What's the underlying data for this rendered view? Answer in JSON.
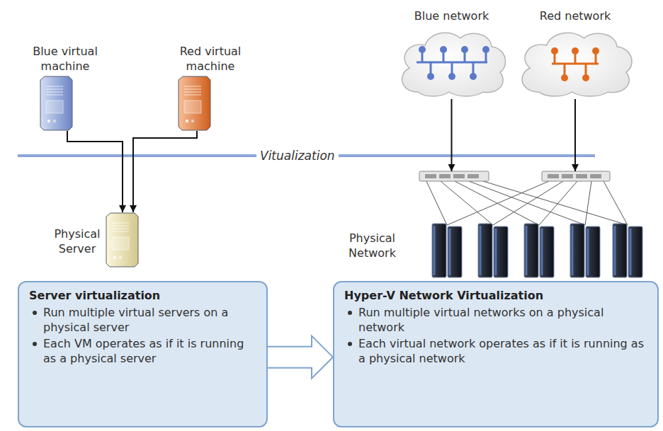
{
  "diagram": {
    "nodes": [
      {
        "text": [
          "Blue virtual machine"
        ]
      },
      {
        "text": [
          "Red virtual machine"
        ]
      },
      {
        "text": [
          "Physical Server"
        ]
      },
      {
        "text": [
          "Blue network"
        ]
      },
      {
        "text": [
          "Red network"
        ]
      },
      {
        "text": [
          "Physical Network"
        ]
      },
      {
        "text": [
          "Server virtualization",
          "Run multiple virtual servers on a physical server",
          "Each VM operates as if it is running as a physical server"
        ]
      },
      {
        "text": [
          "Hyper-V Network Virtualization",
          "Run multiple virtual networks on a physical network",
          "Each virtual network operates as if it is running as a physical network"
        ]
      }
    ],
    "edges": [
      {
        "from": 0,
        "to": 2,
        "arrow": "to"
      },
      {
        "from": 1,
        "to": 2,
        "arrow": "to"
      },
      {
        "from": 3,
        "to": 5,
        "arrow": "to"
      },
      {
        "from": 4,
        "to": 5,
        "arrow": "to"
      },
      {
        "from": 6,
        "to": 7,
        "arrow": "to"
      }
    ],
    "labels": [
      "Vitualization"
    ]
  }
}
